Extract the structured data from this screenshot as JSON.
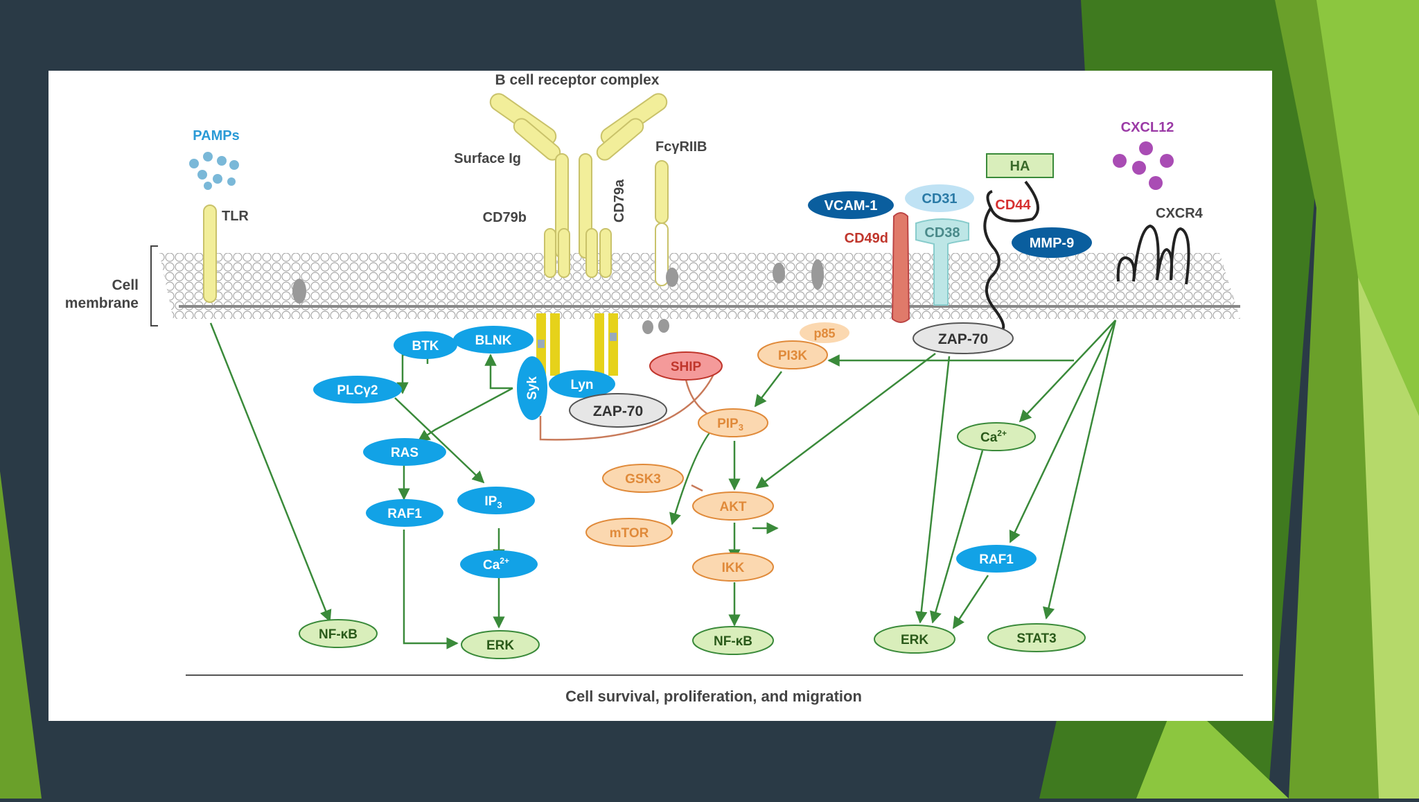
{
  "slide": {
    "background_color": "#2a3a46",
    "accent_greens": [
      "#3f7a1f",
      "#6aa02a",
      "#8cc63f",
      "#b5d96a"
    ]
  },
  "diagram": {
    "header": "B cell receptor complex",
    "surface_ig": "Surface Ig",
    "pamps": "PAMPs",
    "tlr": "TLR",
    "cd79b": "CD79b",
    "cd79a": "CD79a",
    "fcgriib": "FcγRIIB",
    "membrane_label_1": "Cell",
    "membrane_label_2": "membrane",
    "vcam1": "VCAM-1",
    "cd31": "CD31",
    "cd38": "CD38",
    "cd49d": "CD49d",
    "ha": "HA",
    "cd44": "CD44",
    "mmp9": "MMP-9",
    "cxcl12": "CXCL12",
    "cxcr4": "CXCR4",
    "btk": "BTK",
    "blnk": "BLNK",
    "plcg2": "PLCγ2",
    "syk": "Syk",
    "lyn": "Lyn",
    "zap70_left": "ZAP-70",
    "ras": "RAS",
    "raf1_left": "RAF1",
    "ip3": "IP",
    "ip3_sub": "3",
    "ca_left": "Ca",
    "ca_left_sup": "2+",
    "nfkb_left": "NF-κB",
    "erk_left": "ERK",
    "ship": "SHIP",
    "p85": "p85",
    "pi3k": "PI3K",
    "pip3": "PIP",
    "pip3_sub": "3",
    "gsk3": "GSK3",
    "akt": "AKT",
    "mtor": "mTOR",
    "ikk": "IKK",
    "nfkb_mid": "NF-κB",
    "zap70_right": "ZAP-70",
    "ca_right": "Ca",
    "ca_right_sup": "2+",
    "raf1_right": "RAF1",
    "erk_right": "ERK",
    "stat3": "STAT3",
    "footer": "Cell survival, proliferation, and migration"
  }
}
